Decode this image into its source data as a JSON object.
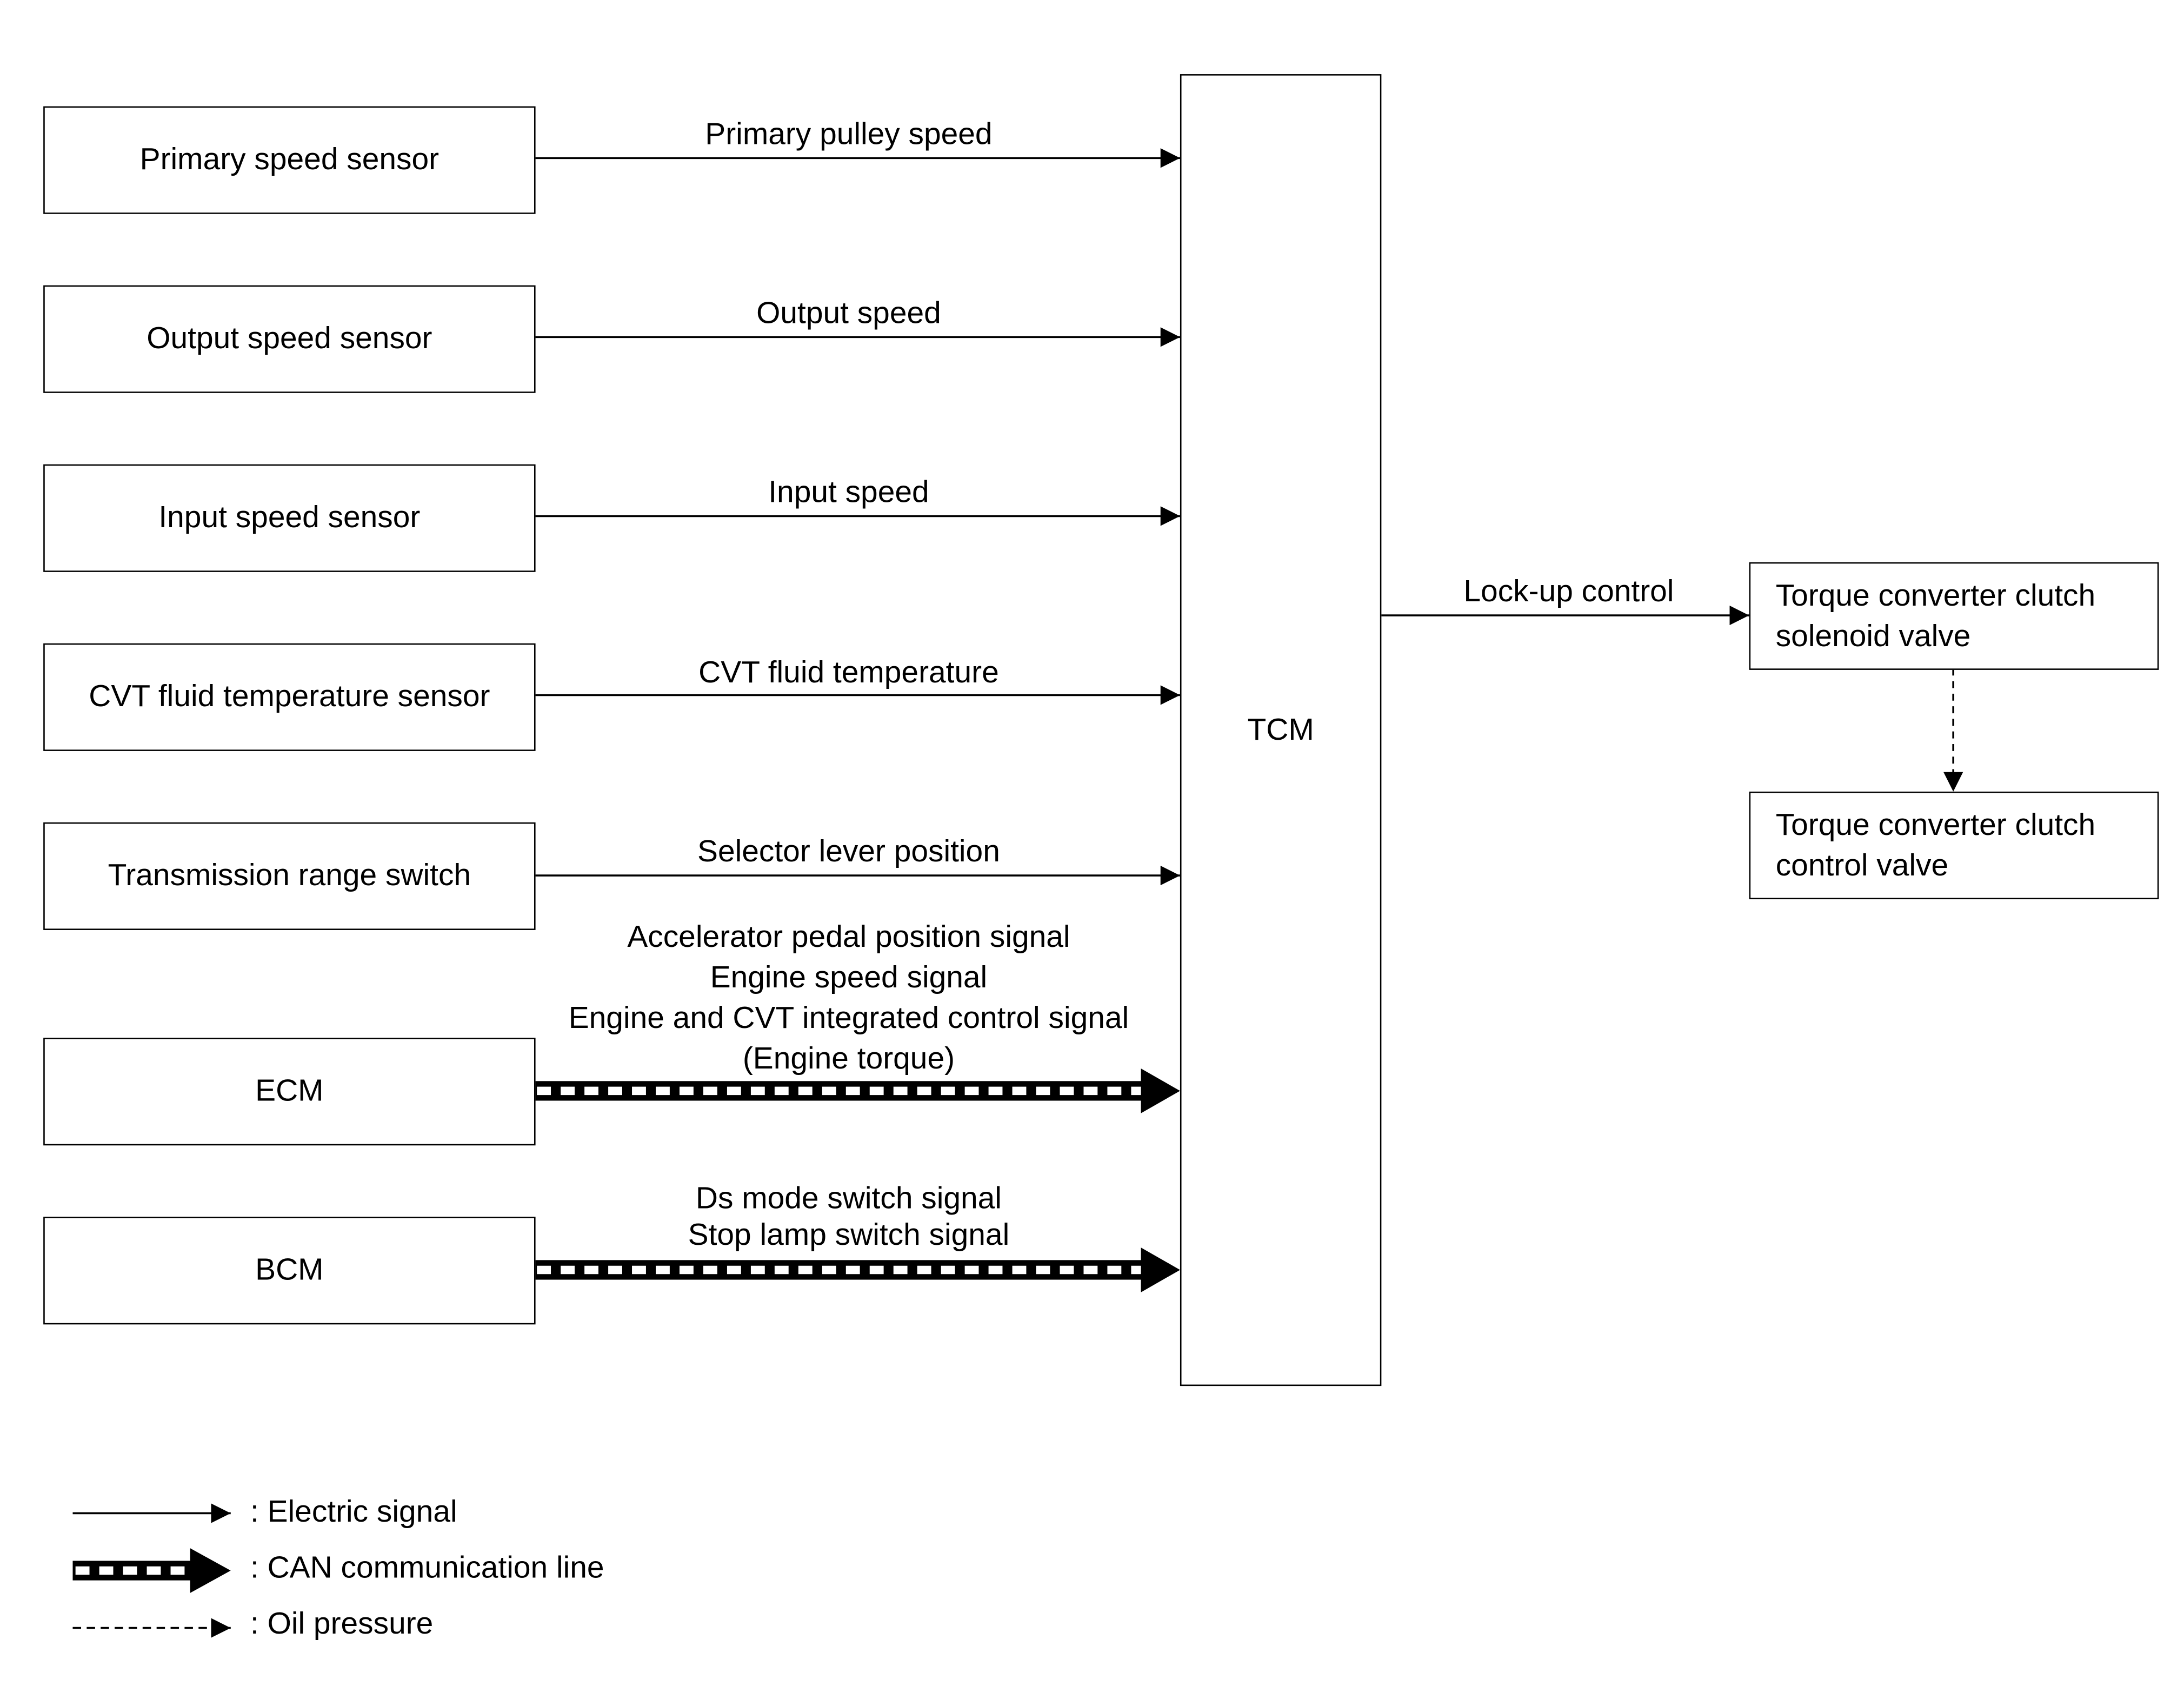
{
  "inputs": [
    {
      "box": "Primary speed sensor",
      "signal": "Primary pulley speed",
      "type": "electric"
    },
    {
      "box": "Output speed sensor",
      "signal": "Output speed",
      "type": "electric"
    },
    {
      "box": "Input speed sensor",
      "signal": "Input speed",
      "type": "electric"
    },
    {
      "box": "CVT fluid temperature sensor",
      "signal": "CVT fluid temperature",
      "type": "electric"
    },
    {
      "box": "Transmission range switch",
      "signal": "Selector lever position",
      "type": "electric"
    },
    {
      "box": "ECM",
      "signal": "Accelerator pedal position signal\nEngine speed signal\nEngine and CVT integrated control signal\n(Engine torque)",
      "type": "can"
    },
    {
      "box": "BCM",
      "signal": "Ds mode switch signal\nStop lamp switch signal",
      "type": "can"
    }
  ],
  "controller": "TCM",
  "output": {
    "signal": "Lock-up control",
    "solenoid": "Torque converter clutch\nsolenoid valve",
    "valve": "Torque converter clutch\ncontrol valve"
  },
  "legend": {
    "electric": ": Electric signal",
    "can": ": CAN communication line",
    "oil": ": Oil pressure"
  }
}
